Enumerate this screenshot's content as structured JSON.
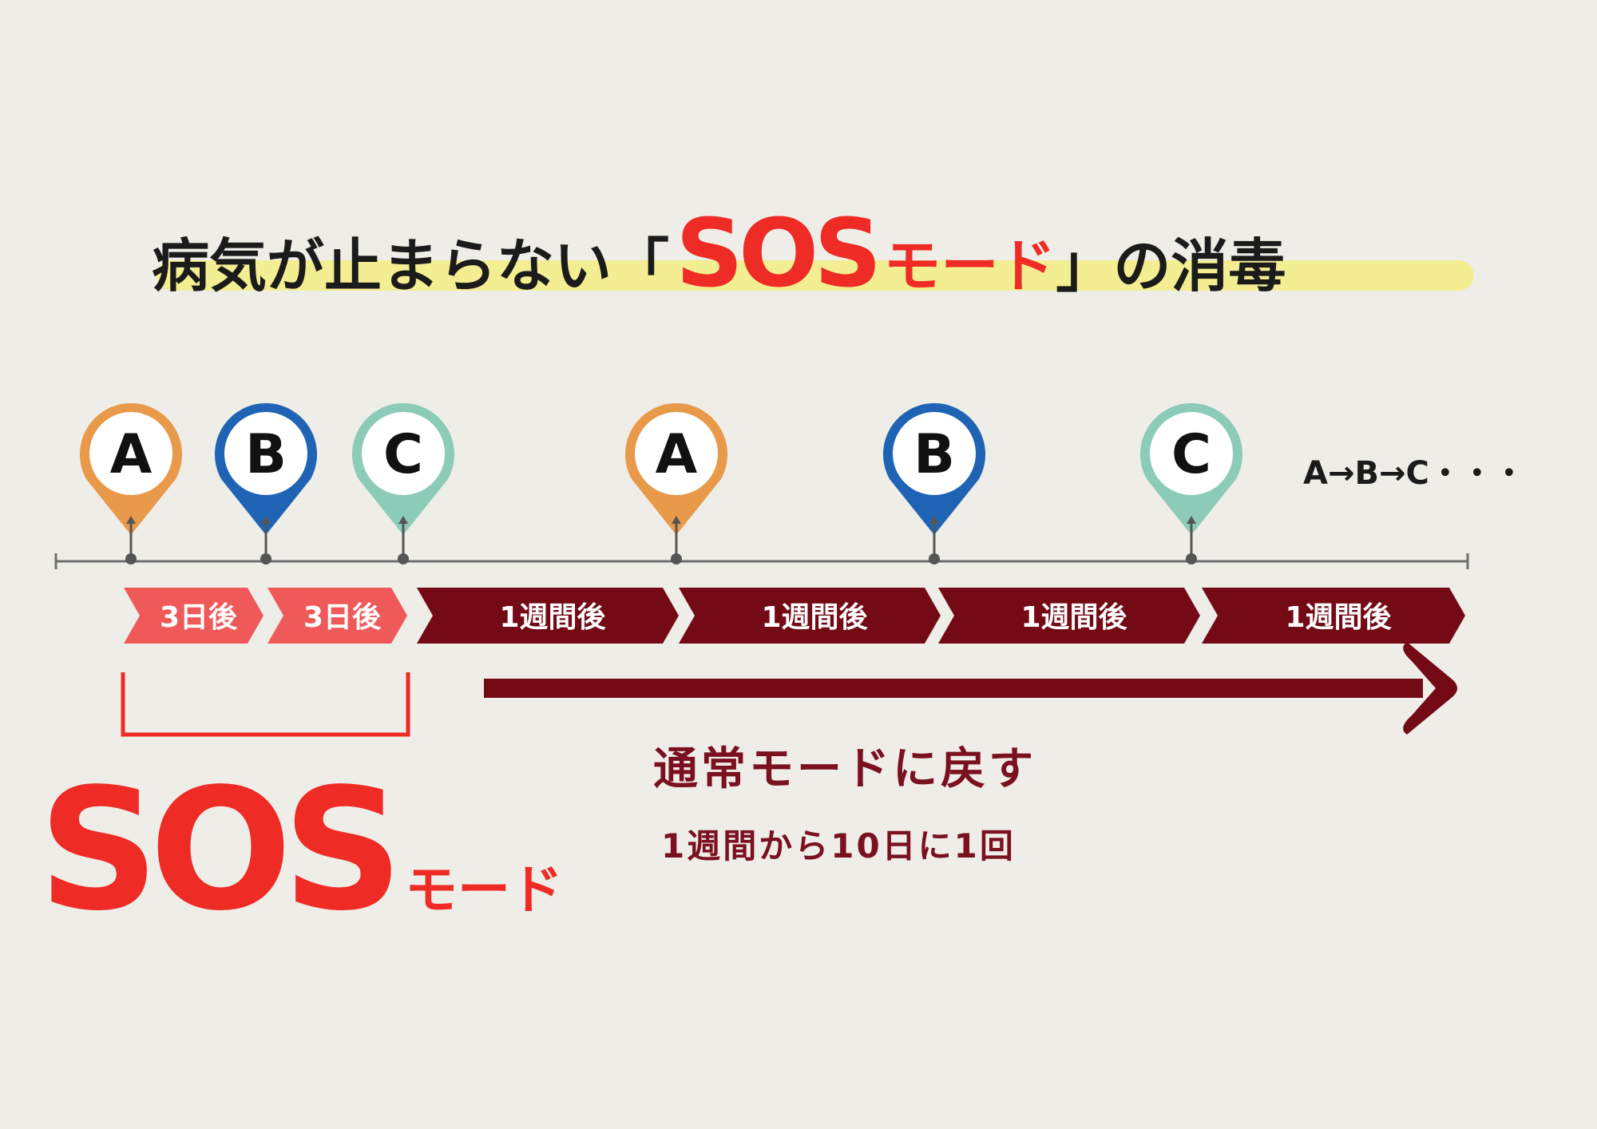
{
  "title": {
    "prefix": "病気が止まらない「",
    "sos": "SOS",
    "mode": "モード",
    "suffix": "」の消毒"
  },
  "markers": [
    {
      "label": "A",
      "color": "#e8994a"
    },
    {
      "label": "B",
      "color": "#1f64b4"
    },
    {
      "label": "C",
      "color": "#8ccbb8"
    },
    {
      "label": "A",
      "color": "#e8994a"
    },
    {
      "label": "B",
      "color": "#1f64b4"
    },
    {
      "label": "C",
      "color": "#8ccbb8"
    }
  ],
  "sequence_note": "A→B→C・・・",
  "intervals": [
    {
      "label": "3日後",
      "kind": "sos"
    },
    {
      "label": "3日後",
      "kind": "sos"
    },
    {
      "label": "1週間後",
      "kind": "normal"
    },
    {
      "label": "1週間後",
      "kind": "normal"
    },
    {
      "label": "1週間後",
      "kind": "normal"
    },
    {
      "label": "1週間後",
      "kind": "normal"
    }
  ],
  "colors": {
    "sos": "#ee2b25",
    "sos_chevron": "#f0595a",
    "normal": "#730a16",
    "highlight": "#f4ee92"
  },
  "sos_label": {
    "sos": "SOS",
    "mode": "モード"
  },
  "normal_mode": {
    "title": "通常モードに戻す",
    "subtitle": "1週間から10日に1回"
  }
}
